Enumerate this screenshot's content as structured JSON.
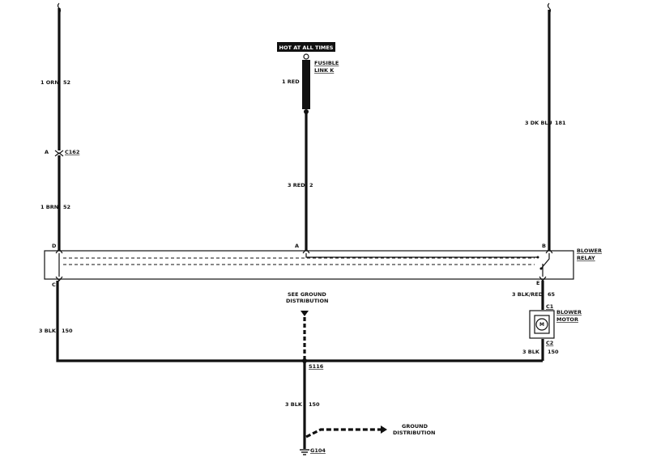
{
  "hot_label": "HOT AT ALL TIMES",
  "fusible_link": {
    "line1": "FUSIBLE",
    "line2": "LINK K"
  },
  "wires": {
    "left_upper": {
      "label": "1 ORN",
      "circuit": "52"
    },
    "left_lower": {
      "label": "1 BRN",
      "circuit": "52"
    },
    "center_upper": {
      "label": "1 RED"
    },
    "center_lower": {
      "label": "3 RED",
      "circuit": "2"
    },
    "right_upper": {
      "label": "3 DK BLU",
      "circuit": "181"
    },
    "left_ground": {
      "label": "3 BLK",
      "circuit": "150"
    },
    "motor_feed": {
      "label": "3 BLK/RED",
      "circuit": "65"
    },
    "motor_ground": {
      "label": "3 BLK",
      "circuit": "150"
    },
    "main_ground": {
      "label": "3 BLK",
      "circuit": "150"
    }
  },
  "connector_c162": {
    "pin": "A",
    "name": "C162"
  },
  "relay": {
    "line1": "BLOWER",
    "line2": "RELAY",
    "pins": {
      "d": "D",
      "a": "A",
      "b": "B",
      "c": "C",
      "e": "E"
    }
  },
  "motor": {
    "line1": "BLOWER",
    "line2": "MOTOR",
    "symbol": "M",
    "c1": "C1",
    "c2": "C2"
  },
  "ground_note": {
    "line1": "SEE GROUND",
    "line2": "DISTRIBUTION"
  },
  "splice": "S116",
  "ground_point": "G104",
  "ground_dist": {
    "line1": "GROUND",
    "line2": "DISTRIBUTION"
  }
}
